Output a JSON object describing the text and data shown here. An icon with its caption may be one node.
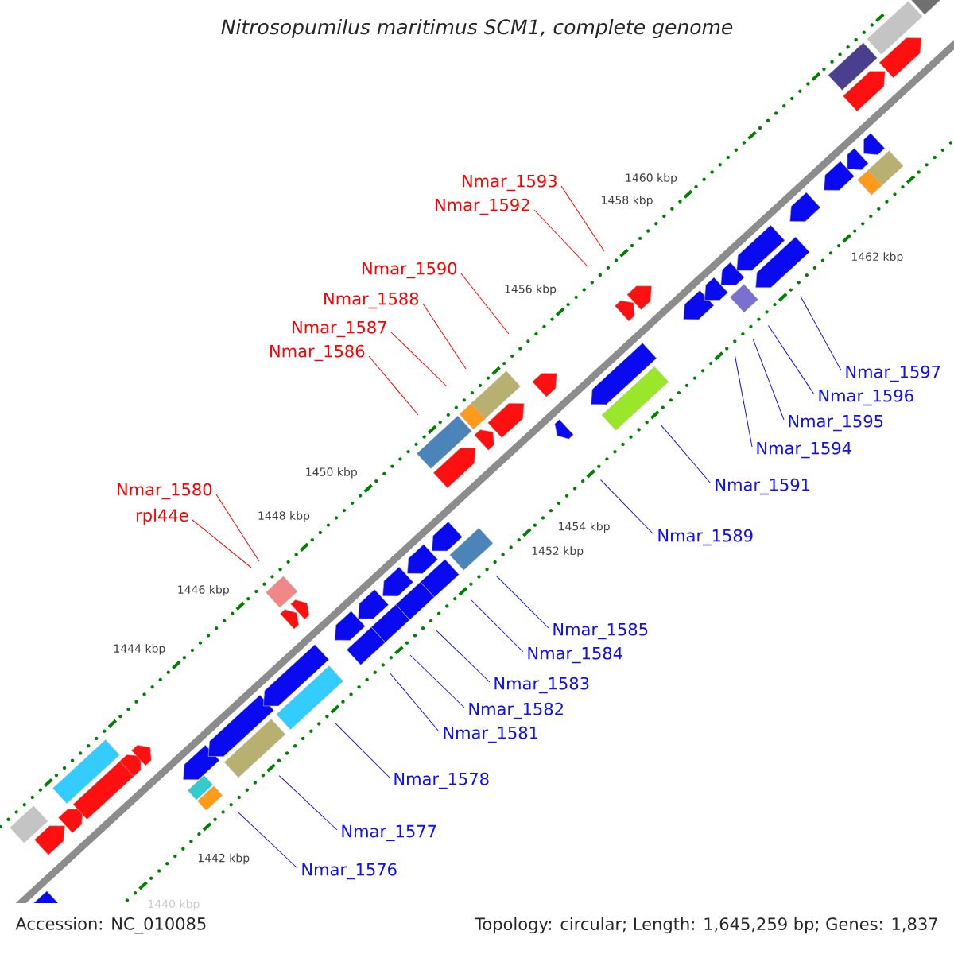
{
  "diagram": {
    "title": "Nitrosopumilus maritimus SCM1, complete genome",
    "nodes": [
      {
        "text": [
          "Nmar_1593"
        ]
      },
      {
        "text": [
          "Nmar_1592"
        ]
      },
      {
        "text": [
          "Nmar_1590"
        ]
      },
      {
        "text": [
          "Nmar_1588"
        ]
      },
      {
        "text": [
          "Nmar_1587"
        ]
      },
      {
        "text": [
          "Nmar_1586"
        ]
      },
      {
        "text": [
          "Nmar_1597"
        ]
      },
      {
        "text": [
          "Nmar_1596"
        ]
      },
      {
        "text": [
          "Nmar_1595"
        ]
      },
      {
        "text": [
          "Nmar_1594"
        ]
      },
      {
        "text": [
          "Nmar_1591"
        ]
      },
      {
        "text": [
          "Nmar_1580"
        ]
      },
      {
        "text": [
          "rpl44e"
        ]
      },
      {
        "text": [
          "Nmar_1589"
        ]
      },
      {
        "text": [
          "Nmar_1585"
        ]
      },
      {
        "text": [
          "Nmar_1584"
        ]
      },
      {
        "text": [
          "Nmar_1583"
        ]
      },
      {
        "text": [
          "Nmar_1582"
        ]
      },
      {
        "text": [
          "Nmar_1581"
        ]
      },
      {
        "text": [
          "Nmar_1578"
        ]
      },
      {
        "text": [
          "Nmar_1577"
        ]
      },
      {
        "text": [
          "Nmar_1576"
        ]
      }
    ],
    "edges": [
      {
        "from": 0,
        "to": null,
        "arrow": "none",
        "color": "#ff0000"
      },
      {
        "from": 1,
        "to": null,
        "arrow": "none",
        "color": "#ff0000"
      },
      {
        "from": 2,
        "to": null,
        "arrow": "none",
        "color": "#ff0000"
      },
      {
        "from": 3,
        "to": null,
        "arrow": "none",
        "color": "#ff0000"
      },
      {
        "from": 4,
        "to": null,
        "arrow": "none",
        "color": "#ff0000"
      },
      {
        "from": 5,
        "to": null,
        "arrow": "none",
        "color": "#ff0000"
      },
      {
        "from": 6,
        "to": null,
        "arrow": "none"
      },
      {
        "from": 7,
        "to": null,
        "arrow": "none"
      },
      {
        "from": 8,
        "to": null,
        "arrow": "none"
      },
      {
        "from": 9,
        "to": null,
        "arrow": "none"
      },
      {
        "from": 10,
        "to": null,
        "arrow": "none"
      },
      {
        "from": 11,
        "to": null,
        "arrow": "none",
        "color": "#ff0000"
      },
      {
        "from": 12,
        "to": null,
        "arrow": "none",
        "color": "#ff0000"
      },
      {
        "from": 13,
        "to": null,
        "arrow": "none"
      },
      {
        "from": 14,
        "to": null,
        "arrow": "none"
      },
      {
        "from": 15,
        "to": null,
        "arrow": "none"
      },
      {
        "from": 16,
        "to": null,
        "arrow": "none"
      },
      {
        "from": 17,
        "to": null,
        "arrow": "none"
      },
      {
        "from": 18,
        "to": null,
        "arrow": "none"
      },
      {
        "from": 19,
        "to": null,
        "arrow": "none"
      },
      {
        "from": 20,
        "to": null,
        "arrow": "none"
      },
      {
        "from": 21,
        "to": null,
        "arrow": "none"
      }
    ],
    "labels": [
      "1462 kbp",
      "1460 kbp",
      "1458 kbp",
      "1456 kbp",
      "1454 kbp",
      "1452 kbp",
      "1450 kbp",
      "1448 kbp",
      "1446 kbp",
      "1444 kbp",
      "1442 kbp",
      "1440 kbp",
      "Accession: NC_010085",
      "Topology: circular; Length: 1,645,259 bp; Genes: 1,837"
    ]
  }
}
